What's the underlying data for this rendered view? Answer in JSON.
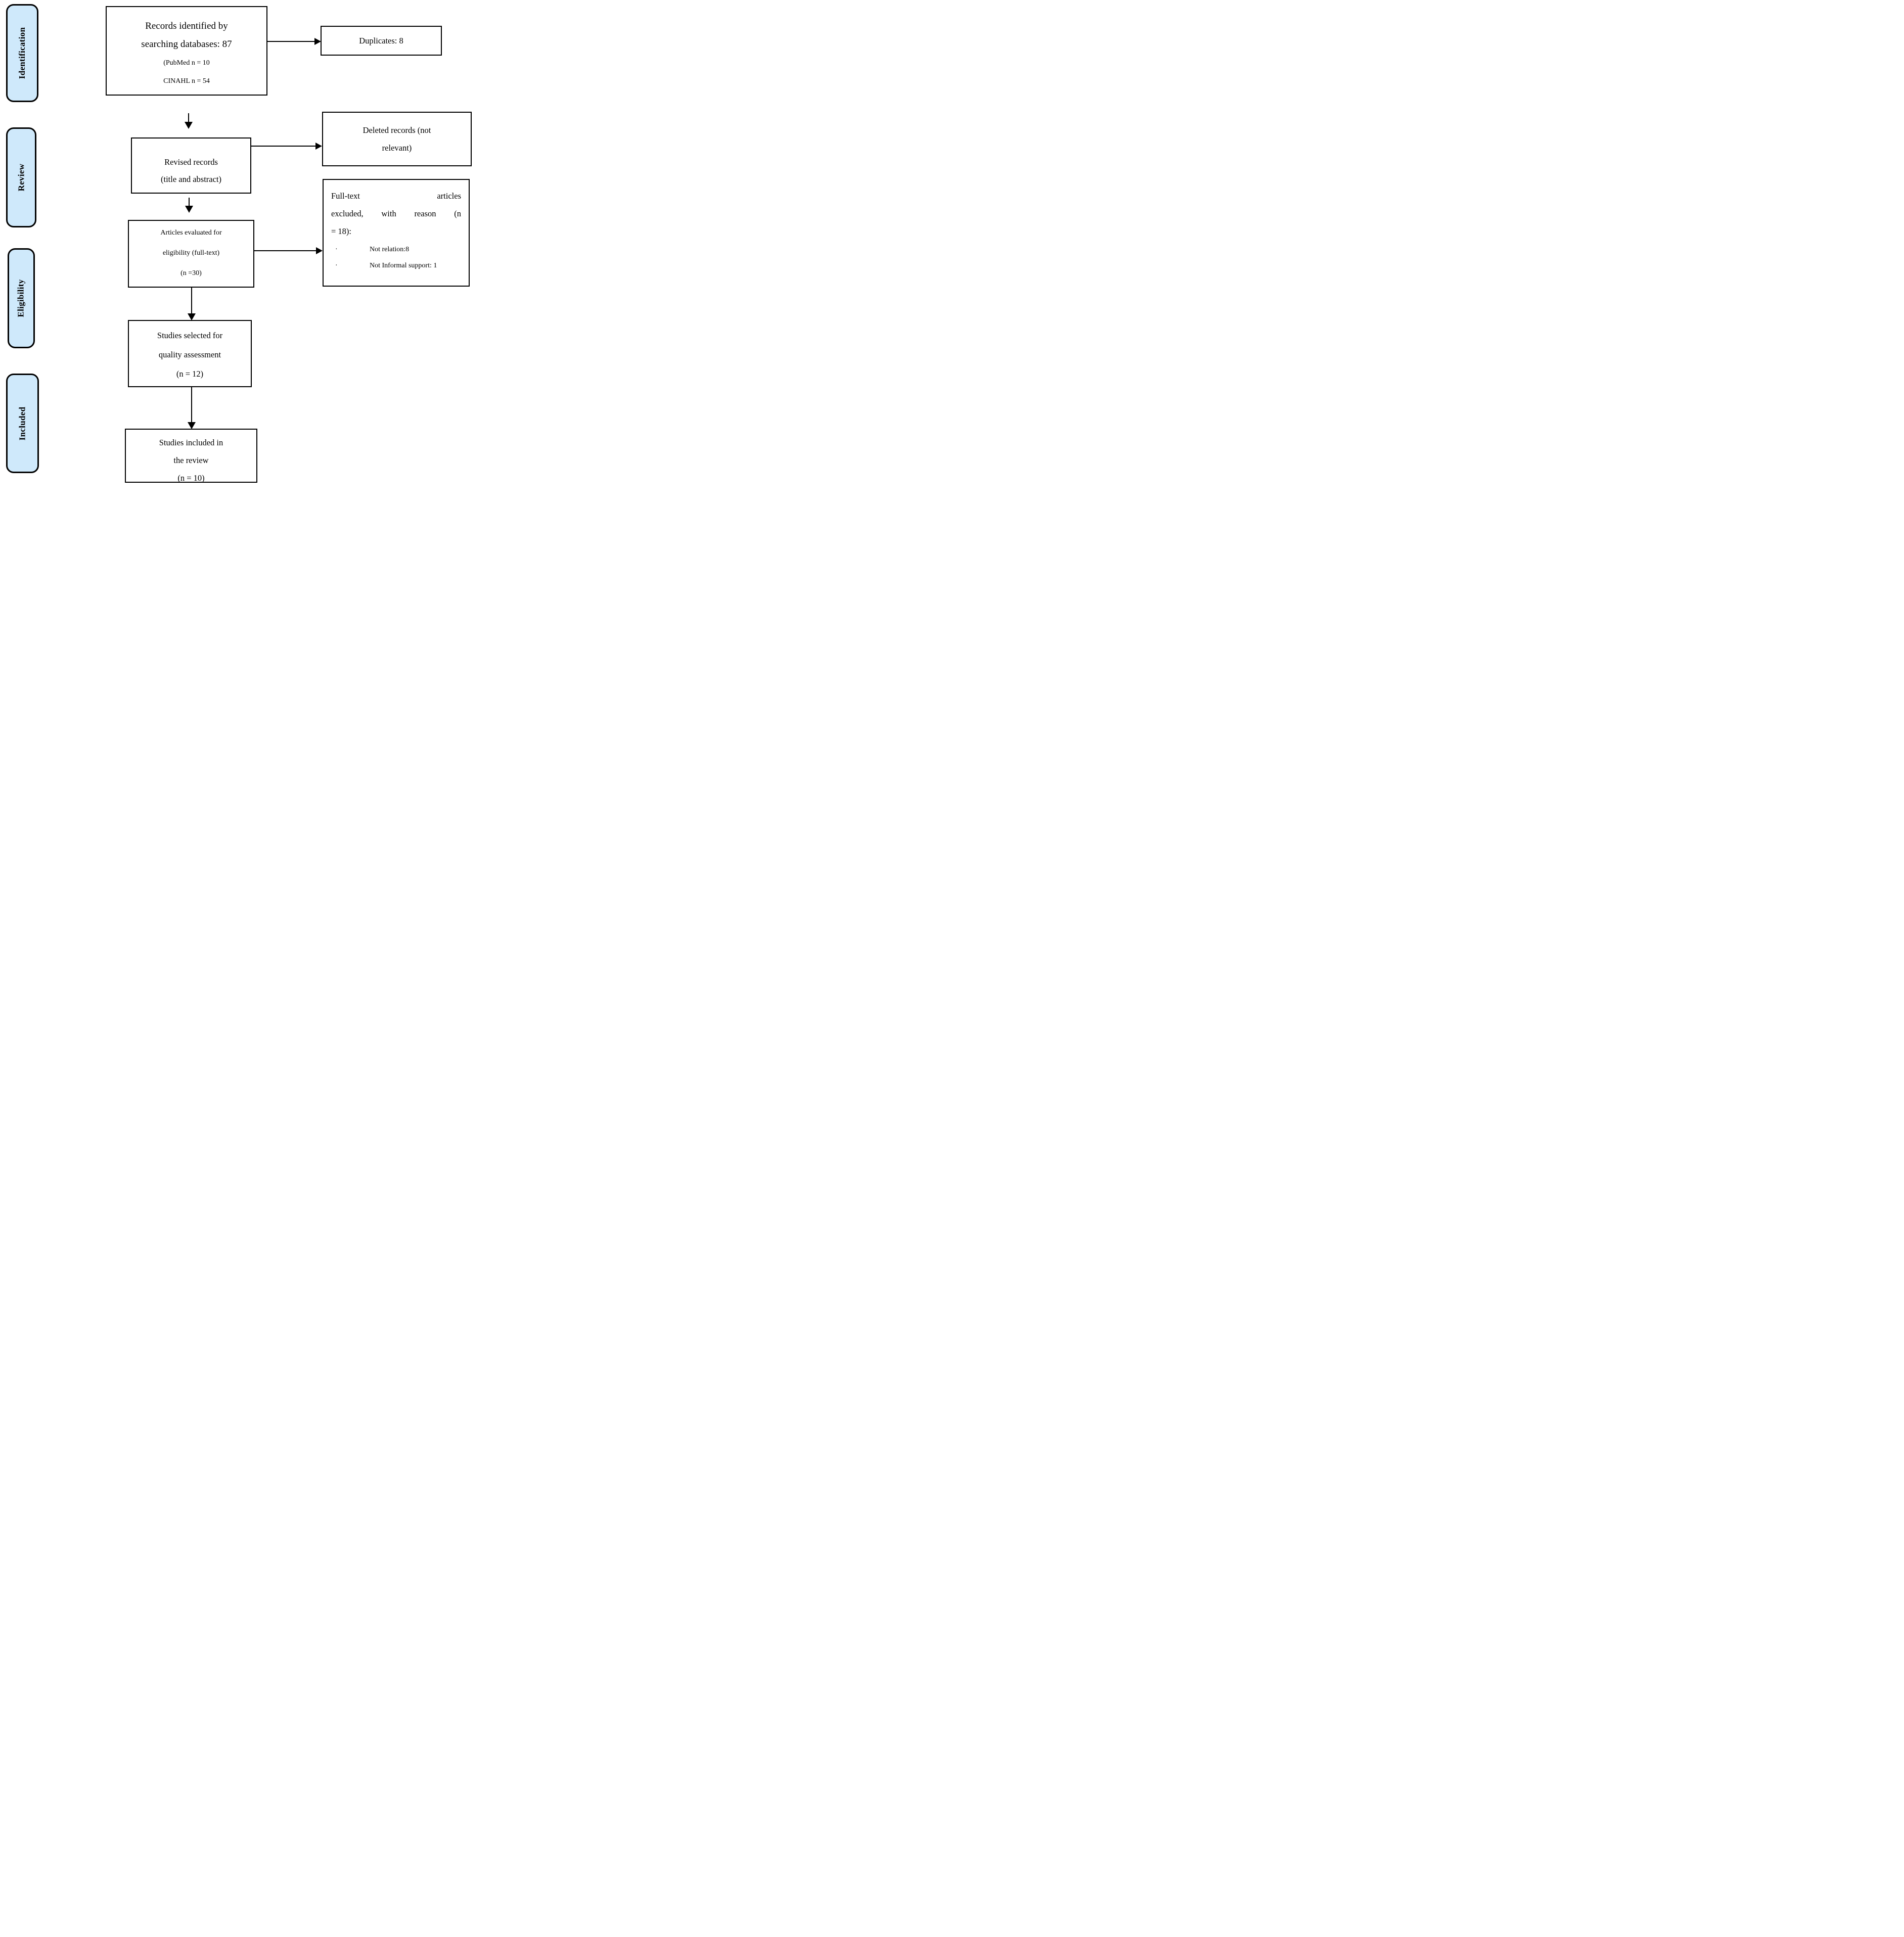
{
  "stages": [
    {
      "label": "Identification"
    },
    {
      "label": "Review"
    },
    {
      "label": "Eligibility"
    },
    {
      "label": "Included"
    }
  ],
  "boxes": {
    "records": {
      "title_line1": "Records identified by",
      "title_line2": "searching databases: 87",
      "sub_line1": "(PubMed n = 10",
      "sub_line2": "CINAHL n = 54"
    },
    "duplicates": {
      "text": "Duplicates: 8"
    },
    "revised": {
      "line1": "Revised records",
      "line2": "(title and abstract)"
    },
    "deleted": {
      "line1": "Deleted records (not",
      "line2": "relevant)"
    },
    "fulltext": {
      "line1_word1": "Full-text",
      "line1_word2": "articles",
      "line2_word1": "excluded,",
      "line2_word2": "with",
      "line2_word3": "reason",
      "line2_word4": "(n",
      "line3": "= 18):",
      "bullet_glyph": "·",
      "items": [
        {
          "text": "Not relation:8"
        },
        {
          "text": "Not Informal support: 1"
        }
      ]
    },
    "articles": {
      "line1": "Articles evaluated for",
      "line2": "eligibility (full-text)",
      "line3": "(n =30)"
    },
    "selected": {
      "line1": "Studies selected for",
      "line2": "quality assessment",
      "line3": "(n = 12)"
    },
    "included": {
      "line1": "Studies included in",
      "line2": "the review",
      "line3": "(n = 10)"
    }
  },
  "colors": {
    "stage_fill": "#cfe9fb",
    "line": "#000000",
    "box_background": "#ffffff"
  }
}
